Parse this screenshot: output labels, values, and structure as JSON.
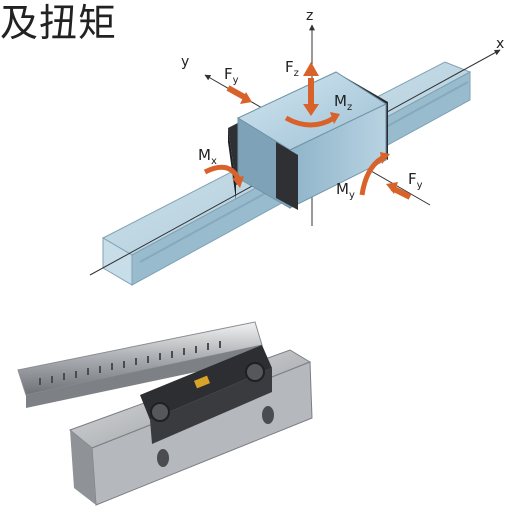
{
  "title": "及扭矩",
  "axes": {
    "x": "x",
    "y": "y",
    "z": "z"
  },
  "forces": {
    "fy_left": {
      "main": "F",
      "sub": "y"
    },
    "fz": {
      "main": "F",
      "sub": "z"
    },
    "mz": {
      "main": "M",
      "sub": "z"
    },
    "mx": {
      "main": "M",
      "sub": "x"
    },
    "my": {
      "main": "M",
      "sub": "y"
    },
    "fy_right": {
      "main": "F",
      "sub": "y"
    }
  },
  "colors": {
    "arrow": "#d9622b",
    "block": "#a9c8da",
    "rail": "#b7d3e1",
    "end": "#2f3033"
  },
  "icons": [
    "axis-arrow-icon",
    "force-arrow-icon",
    "moment-arrow-icon"
  ]
}
